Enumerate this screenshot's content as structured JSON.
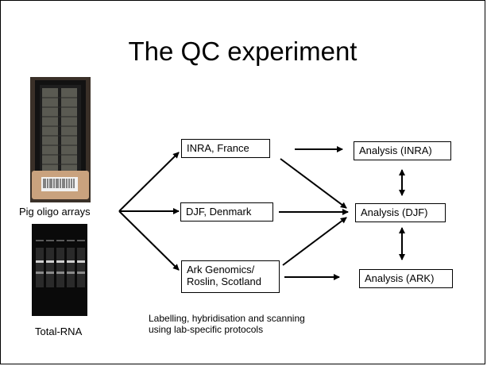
{
  "slide": {
    "title": "The QC experiment"
  },
  "images": {
    "array": {
      "label": "Pig oligo arrays"
    },
    "gel": {
      "label": "Total-RNA"
    }
  },
  "labs": [
    {
      "lines": [
        "INRA, France"
      ]
    },
    {
      "lines": [
        "DJF, Denmark"
      ]
    },
    {
      "lines": [
        "Ark Genomics/",
        "Roslin, Scotland"
      ]
    }
  ],
  "analyses": [
    {
      "label": "Analysis (INRA)"
    },
    {
      "label": "Analysis (DJF)"
    },
    {
      "label": "Analysis (ARK)"
    }
  ],
  "caption": {
    "lines": [
      "Labelling, hybridisation and scanning",
      "using lab-specific protocols"
    ]
  }
}
